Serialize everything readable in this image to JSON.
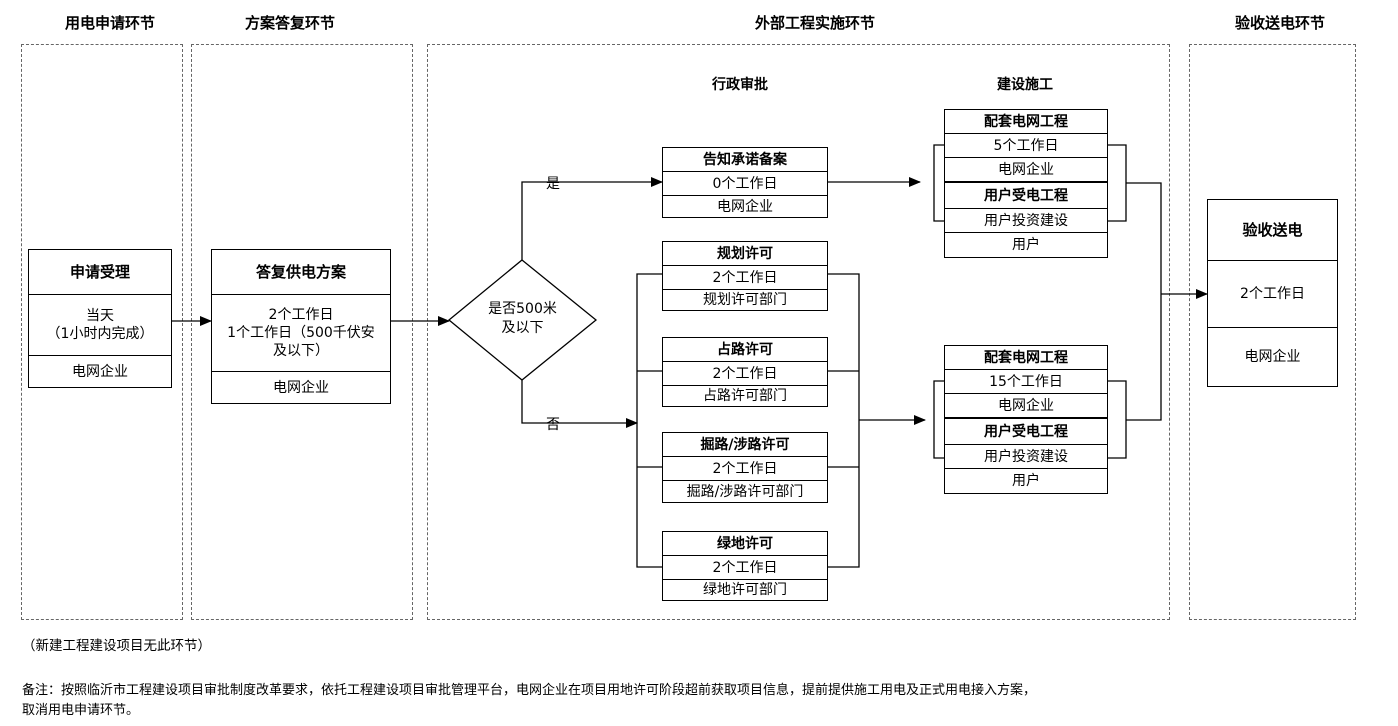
{
  "sections": {
    "apply": "用电申请环节",
    "plan": "方案答复环节",
    "external": "外部工程实施环节",
    "accept": "验收送电环节"
  },
  "subsections": {
    "admin": "行政审批",
    "construction": "建设施工"
  },
  "apply_box": {
    "title": "申请受理",
    "time": "当天\n（1小时内完成）",
    "org": "电网企业"
  },
  "plan_box": {
    "title": "答复供电方案",
    "time": "2个工作日\n1个工作日（500千伏安\n及以下）",
    "org": "电网企业"
  },
  "decision": {
    "text": "是否500米\n及以下",
    "yes": "是",
    "no": "否"
  },
  "notify_box": {
    "title": "告知承诺备案",
    "time": "0个工作日",
    "org": "电网企业"
  },
  "permits": [
    {
      "title": "规划许可",
      "time": "2个工作日",
      "org": "规划许可部门"
    },
    {
      "title": "占路许可",
      "time": "2个工作日",
      "org": "占路许可部门"
    },
    {
      "title": "掘路/涉路许可",
      "time": "2个工作日",
      "org": "掘路/涉路许可部门"
    },
    {
      "title": "绿地许可",
      "time": "2个工作日",
      "org": "绿地许可部门"
    }
  ],
  "build_top": {
    "grid_title": "配套电网工程",
    "grid_time": "5个工作日",
    "grid_org": "电网企业",
    "user_title": "用户受电工程",
    "user_invest": "用户投资建设",
    "user_org": "用户"
  },
  "build_bottom": {
    "grid_title": "配套电网工程",
    "grid_time": "15个工作日",
    "grid_org": "电网企业",
    "user_title": "用户受电工程",
    "user_invest": "用户投资建设",
    "user_org": "用户"
  },
  "accept_box": {
    "title": "验收送电",
    "time": "2个工作日",
    "org": "电网企业"
  },
  "notes": {
    "new_project": "（新建工程建设项目无此环节）",
    "remark_line1": "备注：按照临沂市工程建设项目审批制度改革要求，依托工程建设项目审批管理平台，电网企业在项目用地许可阶段超前获取项目信息，提前提供施工用电及正式用电接入方案，",
    "remark_line2": "取消用电申请环节。"
  }
}
